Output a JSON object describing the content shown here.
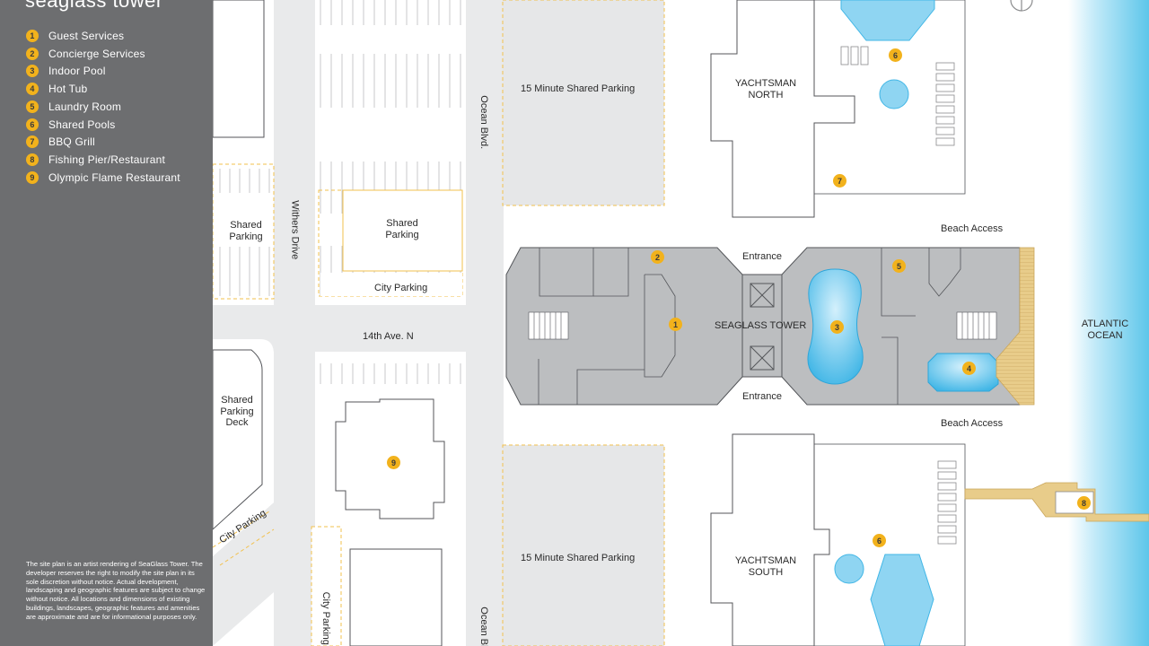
{
  "brand": "seaglass tower",
  "colors": {
    "sidebar": "#6d6e70",
    "road": "#e9eaeb",
    "parking": "#e6e7e8",
    "building_outline": "#54565a",
    "tower_fill": "#bcbec0",
    "pool": "#41b6e6",
    "ocean": "#5dc6ea",
    "badge": "#f2b21c",
    "dashed_outline": "#f2c14e",
    "boardwalk": "#e8cc8a"
  },
  "legend": [
    {
      "num": "1",
      "label": "Guest Services"
    },
    {
      "num": "2",
      "label": "Concierge Services"
    },
    {
      "num": "3",
      "label": "Indoor Pool"
    },
    {
      "num": "4",
      "label": "Hot Tub"
    },
    {
      "num": "5",
      "label": "Laundry Room"
    },
    {
      "num": "6",
      "label": "Shared Pools"
    },
    {
      "num": "7",
      "label": "BBQ Grill"
    },
    {
      "num": "8",
      "label": "Fishing Pier/Restaurant"
    },
    {
      "num": "9",
      "label": "Olympic Flame Restaurant"
    }
  ],
  "disclaimer": "The site plan is an artist rendering of SeaGlass Tower. The developer reserves the right to modify the site plan in its sole discretion without notice. Actual development, landscaping and geographic features are subject to change without notice. All locations and dimensions of existing buildings, landscapes, geographic features and amenities are approximate and are for informational purposes only.",
  "map": {
    "parking_top": "15 Minute Shared Parking",
    "parking_bottom": "15 Minute Shared Parking",
    "shared_parking_left": "Shared Parking",
    "shared_parking_mid": "Shared Parking",
    "city_parking_mid": "City Parking",
    "shared_parking_deck": "Shared Parking Deck",
    "city_parking_diag": "City Parking",
    "city_parking_vert": "City Parking",
    "withers_drive": "Withers Drive",
    "ocean_blvd_top": "Ocean Blvd.",
    "ocean_blvd_bottom": "Ocean Blvd.",
    "avenue": "14th Ave. N",
    "yachtsman_north": "YACHTSMAN NORTH",
    "yachtsman_south": "YACHTSMAN SOUTH",
    "tower_name": "SEAGLASS TOWER",
    "entrance_top": "Entrance",
    "entrance_bottom": "Entrance",
    "beach_access_top": "Beach Access",
    "beach_access_bottom": "Beach Access",
    "ocean": "ATLANTIC OCEAN"
  },
  "markers": [
    {
      "num": "1"
    },
    {
      "num": "2"
    },
    {
      "num": "3"
    },
    {
      "num": "4"
    },
    {
      "num": "5"
    },
    {
      "num": "6"
    },
    {
      "num": "6"
    },
    {
      "num": "7"
    },
    {
      "num": "8"
    },
    {
      "num": "9"
    }
  ],
  "icons": {
    "compass": "compass-icon"
  }
}
